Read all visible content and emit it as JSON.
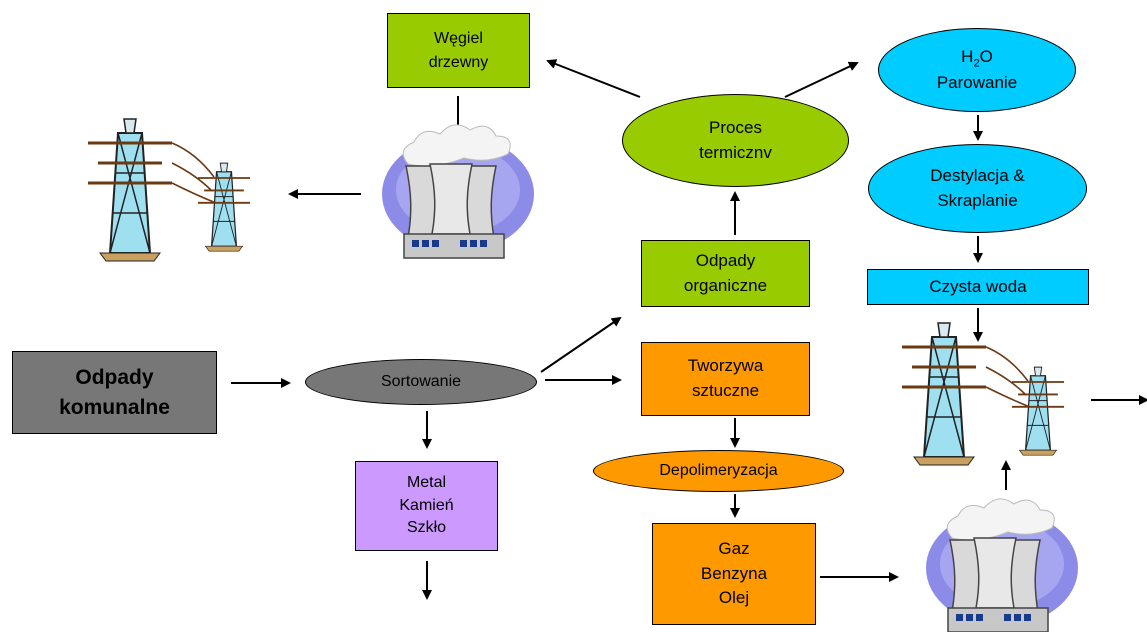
{
  "nodes": {
    "odpady_komunalne": "Odpady\nkomunalne",
    "sortowanie": "Sortowanie",
    "metal": "Metal\nKamień\nSzkło",
    "odpady_organiczne": "Odpady\norganiczne",
    "tworzywa": "Tworzywa\nsztuczne",
    "depolimeryzacja": "Depolimeryzacja",
    "gaz": "Gaz\nBenzyna\nOlej",
    "proces": "Proces\ntermicznv",
    "wegiel": "Węgiel\ndrzewny",
    "h2o_formula": "H",
    "h2o_subscript": "2",
    "h2o_suffix": "O",
    "parowanie": "Parowanie",
    "destylacja": "Destylacja &\nSkraplanie",
    "czysta_woda": "Czysta woda"
  },
  "colors": {
    "green": "#99cc00",
    "orange": "#ff9900",
    "cyan": "#00ccff",
    "violet": "#cc99ff",
    "gray": "#777777"
  },
  "icons": [
    "power-plant-icon",
    "power-lines-icon"
  ]
}
